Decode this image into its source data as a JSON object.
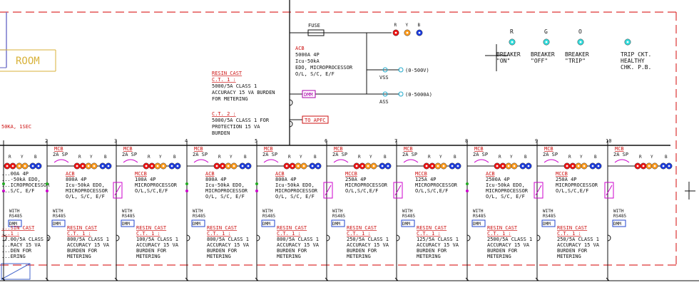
{
  "room_label": "ROOM",
  "incomer": {
    "fuse_label": "FUSE",
    "phase_labels": [
      "R",
      "Y",
      "B"
    ],
    "acb_lines": [
      "ACB",
      "5000A 4P",
      "Icu-50kA",
      "EDO, MICROPROCESSOR",
      "O/L, S/C, E/F"
    ],
    "vss_label": "VSS",
    "vss_meter": "(0-500V)",
    "ass_label": "ASS",
    "ass_meter": "(0-5000A)",
    "ct1_lines": [
      "RESIN CAST",
      "C.T. 1 :",
      "5000/5A CLASS 1",
      "ACCURACY 15 VA BURDEN",
      "FOR METERING"
    ],
    "ct2_lines": [
      "C.T. 2 :",
      "5000/5A CLASS 1 FOR",
      "PROTECTION 15 VA",
      "BURDEN"
    ],
    "dmm_label": "DMM",
    "apfc_label": "TO APFC",
    "fault_label": "50KA, 1SEC"
  },
  "legend": [
    {
      "letter": "R",
      "text": [
        "BREAKER",
        "\"ON\""
      ]
    },
    {
      "letter": "G",
      "text": [
        "BREAKER",
        "\"OFF\""
      ]
    },
    {
      "letter": "O",
      "text": [
        "BREAKER",
        "\"TRIP\""
      ]
    },
    {
      "letter": "",
      "text": [
        "TRIP CKT.",
        "HEALTHY",
        "CHK. P.B."
      ]
    }
  ],
  "colors": {
    "red_lamp": "#ee1111",
    "yellow_lamp": "#ff9a1a",
    "blue_lamp": "#1a3ae0",
    "cyan_lamp": "#33dddd",
    "border_dash": "#dd3333",
    "magenta": "#cc00cc"
  },
  "feeders": [
    {
      "number": "",
      "breaker": [
        "...00A 4P",
        "...-50kA EDO,",
        "...ICROPROCESSOR",
        "...S/C, E/F"
      ],
      "breaker_type": "ACB",
      "ct": [
        "...SIN CAST",
        "...1 :",
        "...00/5A CLASS 1",
        "...RACY 15 VA",
        "...DEN FOR",
        "...ERING"
      ]
    },
    {
      "number": "2",
      "breaker": [
        "ACB",
        "800A 4P",
        "Icu-50kA EDO,",
        "MICROPROCESSOR",
        "O/L, S/C, E/F"
      ],
      "breaker_type": "ACB",
      "ct": [
        "RESIN CAST",
        "C.T. 1 :",
        "800/5A CLASS 1",
        "ACCURACY 15 VA",
        "BURDEN FOR",
        "METERING"
      ]
    },
    {
      "number": "3",
      "breaker": [
        "MCCB",
        "100A 4P",
        "MICROPROCESSOR",
        "O/L,S/C,E/F"
      ],
      "breaker_type": "MCCB",
      "ct": [
        "RESIN CAST",
        "C.T. 1 :",
        "100/5A CLASS 1",
        "ACCURACY 15 VA",
        "BURDEN FOR",
        "METERING"
      ]
    },
    {
      "number": "4",
      "breaker": [
        "ACB",
        "800A 4P",
        "Icu-50kA EDO,",
        "MICROPROCESSOR",
        "O/L, S/C, E/F"
      ],
      "breaker_type": "ACB",
      "ct": [
        "RESIN CAST",
        "C.T. 1 :",
        "800/5A CLASS 1",
        "ACCURACY 15 VA",
        "BURDEN FOR",
        "METERING"
      ]
    },
    {
      "number": "5",
      "breaker": [
        "ACB",
        "800A 4P",
        "Icu-50kA EDO,",
        "MICROPROCESSOR",
        "O/L, S/C, E/F"
      ],
      "breaker_type": "ACB",
      "ct": [
        "RESIN CAST",
        "C.T. 1 :",
        "800/5A CLASS 1",
        "ACCURACY 15 VA",
        "BURDEN FOR",
        "METERING"
      ]
    },
    {
      "number": "6",
      "breaker": [
        "MCCB",
        "250A 4P",
        "MICROPROCESSOR",
        "O/L,S/C,E/F"
      ],
      "breaker_type": "MCCB",
      "ct": [
        "RESIN CAST",
        "C.T. 1 :",
        "250/5A CLASS 1",
        "ACCURACY 15 VA",
        "BURDEN FOR",
        "METERING"
      ]
    },
    {
      "number": "7",
      "breaker": [
        "MCCB",
        "125A 4P",
        "MICROPROCESSOR",
        "O/L,S/C,E/F"
      ],
      "breaker_type": "MCCB",
      "ct": [
        "RESIN CAST",
        "C.T. 1 :",
        "125/5A CLASS 1",
        "ACCURACY 15 VA",
        "BURDEN FOR",
        "METERING"
      ]
    },
    {
      "number": "8",
      "breaker": [
        "ACB",
        "2500A 4P",
        "Icu-50kA EDO,",
        "MICROPROCESSOR",
        "O/L, S/C, E/F"
      ],
      "breaker_type": "ACB",
      "ct": [
        "RESIN CAST",
        "C.T. 1 :",
        "2500/5A CLASS 1",
        "ACCURACY 15 VA",
        "BURDEN FOR",
        "METERING"
      ]
    },
    {
      "number": "9",
      "breaker": [
        "MCCB",
        "250A 4P",
        "MICROPROCESSOR",
        "O/L,S/C,E/F"
      ],
      "breaker_type": "MCCB",
      "ct": [
        "RESIN CAST",
        "C.T. 1 :",
        "250/5A CLASS 1",
        "ACCURACY 15 VA",
        "BURDEN FOR",
        "METERING"
      ]
    },
    {
      "number": "10",
      "breaker": [],
      "breaker_type": "MCCB",
      "ct": []
    }
  ],
  "feeder_common": {
    "mcb_label": "MCB",
    "mcb_rating": "2A SP",
    "meter_with": "WITH",
    "meter_rs": "RS485",
    "dmm_label": "DMM",
    "phase_labels": [
      "R",
      "Y",
      "B"
    ]
  }
}
